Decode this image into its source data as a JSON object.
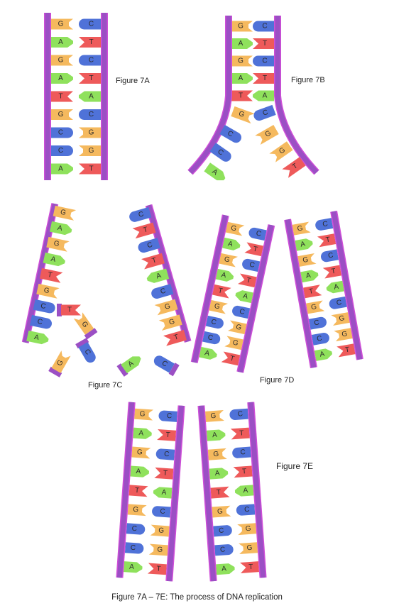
{
  "colors": {
    "backbone": "#9b4fc4",
    "backbone_edge": "#cf4fd8",
    "G": "#f5b95e",
    "C": "#4f72d8",
    "A": "#8fe15c",
    "T": "#ee5a5a",
    "letter": "#2a2a2a"
  },
  "labels": {
    "fig7a": "Figure 7A",
    "fig7b": "Figure 7B",
    "fig7c": "Figure 7C",
    "fig7d": "Figure 7D",
    "fig7e": "Figure 7E"
  },
  "caption": "Figure 7A – 7E: The process of DNA replication",
  "figures": {
    "fig7a": {
      "pairs": [
        "GC",
        "AT",
        "GC",
        "AT",
        "TA",
        "GC",
        "CG",
        "CG",
        "AT"
      ]
    },
    "fig7b": {
      "paired": [
        "GC",
        "AT",
        "GC",
        "AT",
        "TA"
      ],
      "left_strand": [
        "G",
        "C",
        "C",
        "A"
      ],
      "right_strand": [
        "C",
        "G",
        "G",
        "T"
      ]
    },
    "fig7c": {
      "left_strand": [
        "G",
        "A",
        "G",
        "A",
        "T",
        "G",
        "C",
        "C",
        "A"
      ],
      "right_strand": [
        "C",
        "T",
        "C",
        "T",
        "A",
        "C",
        "G",
        "G",
        "T"
      ],
      "free_nucleotides": [
        "G",
        "C",
        "T",
        "G",
        "A",
        "C"
      ]
    },
    "fig7d": {
      "left_helix": [
        "GC",
        "AT",
        "GC",
        "AT",
        "TA",
        "GC",
        "CG",
        "CG",
        "AT"
      ],
      "right_helix": [
        "GC",
        "AT",
        "GC",
        "AT",
        "TA",
        "GC",
        "CG",
        "CG",
        "AT"
      ]
    },
    "fig7e": {
      "left_helix": [
        "GC",
        "AT",
        "GC",
        "AT",
        "TA",
        "GC",
        "CG",
        "CG",
        "AT"
      ],
      "right_helix": [
        "GC",
        "AT",
        "GC",
        "AT",
        "TA",
        "GC",
        "CG",
        "CG",
        "AT"
      ]
    }
  }
}
